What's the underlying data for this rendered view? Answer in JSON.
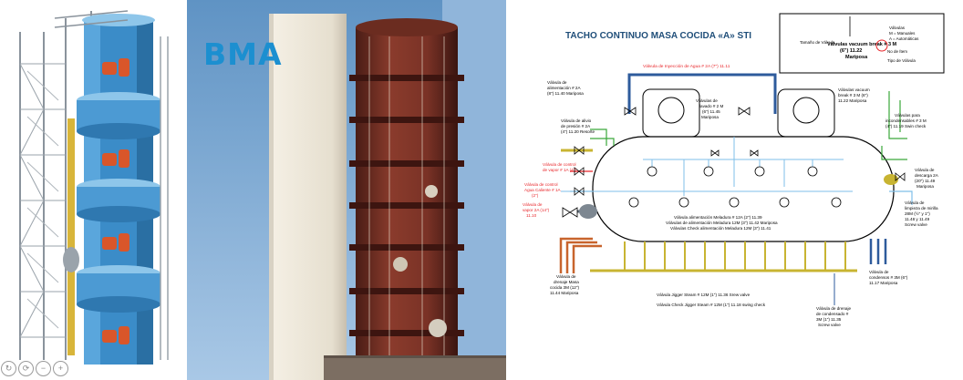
{
  "panel2": {
    "watermark": "BMA"
  },
  "diagram": {
    "title": "TACHO CONTINUO MASA COCIDA «A» STI",
    "legend": {
      "valve_types": [
        "Válvulas",
        "M = Manuales",
        "A = Automáticas"
      ],
      "sample_line1": "Válvulas vacuum break # 3 M",
      "sample_line2": "(6\") 11.22",
      "sample_line3": "Mariposa",
      "size_label": "Tamaño de Válvula",
      "item_no": "No de Ítem",
      "valve_type": "Tipo de Válvula"
    },
    "labels": {
      "agua_top": "Válvula de Inyección de Agua # 2A (7\") 11.11",
      "alim2a_1": "Válvula de",
      "alim2a_2": "alimentación # 2A",
      "alim2a_3": "(8\") 11.40 Mariposa",
      "alivio_1": "Válvula de alivio",
      "alivio_2": "de presión # 2A",
      "alivio_3": "(4\") 11.20 Resorte",
      "lavado_1": "Válvulas de",
      "lavado_2": "lavado # 2 M",
      "lavado_3": "(6\") 11.45",
      "lavado_4": "Mariposa",
      "vacuum_1": "Válvulas vacuum",
      "vacuum_2": "break # 3 M (6\")",
      "vacuum_3": "11.22 Mariposa",
      "incond_1": "Válvulas para",
      "incond_2": "incondensables # 3 M",
      "incond_3": "(4\") 11.19 Swin check",
      "cv1a_1": "Válvula de control",
      "cv1a_2": "de vapor # 1A (4\")",
      "cvagua_1": "Válvula de control",
      "cvagua_2": "Agua Caliente # 1A",
      "cvagua_3": "(2\")",
      "vapor2a_1": "Válvula de",
      "vapor2a_2": "vapor 2A (14\")",
      "vapor2a_3": "11.10",
      "descarga_1": "Válvula de",
      "descarga_2": "descarga 2A",
      "descarga_3": "(20\") 11.49",
      "descarga_4": "Mariposa",
      "limpieza_1": "Válvula de",
      "limpieza_2": "limpieza de mirilla",
      "limpieza_3": "28M (½\" y 1\")",
      "limpieza_4": "11.48 y 11.49",
      "limpieza_5": "Screw valve",
      "mel1": "Válvula alimentación Meladura # 12A (2\") 11.39",
      "mel2": "Válvulas de alimentación Meladura 12M (3\") 11.42 Mariposa",
      "mel3": "Válvulas Check alimentación Meladura 12M (3\") 11.41",
      "drenaje_1": "Válvula de",
      "drenaje_2": "drenaje Masa",
      "drenaje_3": "cocida 3M (12\")",
      "drenaje_4": "11.44 Mariposa",
      "condensos_1": "Válvula de",
      "condensos_2": "condensos # 3M (6\")",
      "condensos_3": "11.17 Mariposa",
      "jigger1": "Válvula Jigger Steam # 12M (1\") 11.36 Srew valve",
      "jigger2": "Válvula Check Jigger Steam # 12M (1\") 11.18 swing check",
      "drcond_1": "Válvula de drenaje",
      "drcond_2": "de condensado #",
      "drcond_3": "3M (1\") 11.35",
      "drcond_4": "Screw valve"
    },
    "colors": {
      "title": "#1f4e79",
      "red_labels": "#e8262a",
      "steam": "#c8b432",
      "water": "#2e5b9c",
      "orange": "#c8642d",
      "green": "#3aa83a",
      "light_blue": "#7fbfe8"
    }
  },
  "controls": {
    "icons": [
      "rotate-icon",
      "refresh-icon",
      "minus-icon",
      "plus-icon"
    ]
  }
}
